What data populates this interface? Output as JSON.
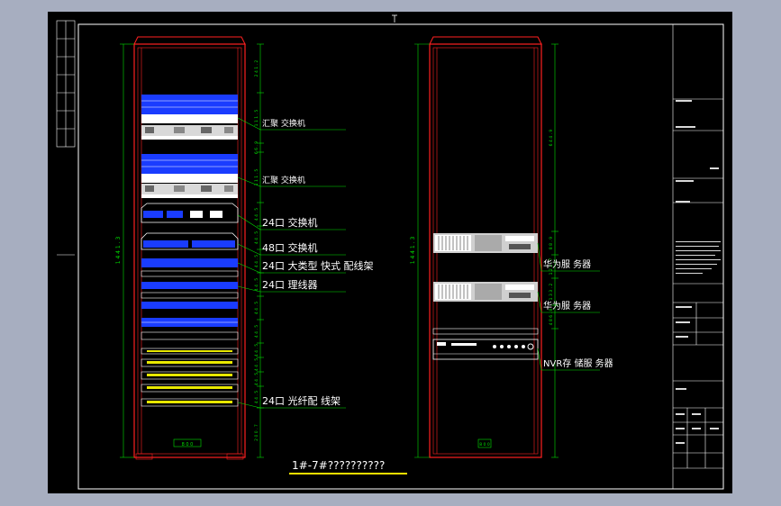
{
  "title_text": "1#-7#??????????",
  "left_rack": {
    "total_height_dim": "1 4 4 1 . 3",
    "bottom_label": "8 0 0",
    "right_dims": [
      "2 4 1 . 2",
      "1 1 1 . 5",
      "6 6 . 9",
      "1 1 1 . 5",
      "4 4 . 5",
      "4 4 . 5",
      "4 4 . 5",
      "4 4 . 5",
      "4 4 . 5",
      "4 4 . 5",
      "4 4 . 5",
      "4 4 . 5",
      "4 4 . 5",
      "4 4 . 5",
      "2 0 0 . 7"
    ],
    "callouts": [
      "汇聚 交换机",
      "汇聚 交换机",
      "24口 交换机",
      "48口 交换机",
      "24口 大类型 快式 配线架",
      "24口 理线器",
      "24口 光纤配 线架"
    ]
  },
  "right_rack": {
    "total_height_dim": "1 4 4 1 . 3",
    "bottom_label": "8 0 0",
    "right_dims": [
      "6 4 4 . 9",
      "8 8 . 9",
      "1 2 2 . 7",
      "1 3 3 . 2",
      "4 8 6 . 8"
    ],
    "callouts": [
      "华为服 务器",
      "华为服 务器",
      "NVR存 储服 务器"
    ]
  },
  "colors": {
    "frame_red": "#ff2020",
    "dim_green": "#00e000",
    "device_blue": "#1a3cff",
    "title_yellow": "#ffe000",
    "port_yellow": "#e8e800"
  }
}
